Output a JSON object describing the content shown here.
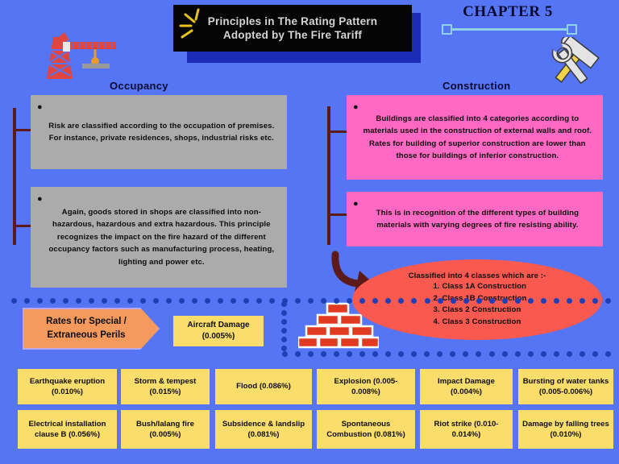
{
  "title": {
    "line1": "Principles in The Rating Pattern",
    "line2": "Adopted by The Fire Tariff",
    "chapter": "CHAPTER 5"
  },
  "colors": {
    "background": "#5575f5",
    "title_box": "#050505",
    "title_shadow": "#1a2bb5",
    "grey_box": "#ababab",
    "pink_box": "#ff69c4",
    "yellow_box": "#fbdd6b",
    "orange_banner": "#f59a5c",
    "red_ellipse": "#f9594f",
    "bracket": "#5c1a1a",
    "dot": "#1f3fb5",
    "chapter_rule": "#8fd2e8"
  },
  "icons": {
    "crane": "crane-icon",
    "tools": "hammer-wrench-icon",
    "bricks": "brick-wall-icon",
    "arrow": "curved-arrow-icon",
    "spark": "spark-burst-icon"
  },
  "sections": {
    "occupancy": {
      "heading": "Occupancy",
      "points": [
        "Risk are classified according to the occupation of premises. For instance, private residences, shops, industrial risks etc.",
        "Again, goods stored in shops are classified into non-hazardous, hazardous and extra hazardous. This principle recognizes the impact on the fire hazard of the different occupancy factors such as manufacturing process, heating, lighting and power etc."
      ]
    },
    "construction": {
      "heading": "Construction",
      "points": [
        "Buildings are classified into 4 categories according to materials used in the construction of external walls and roof. Rates for building of superior construction are lower than those for buildings of inferior construction.",
        "This is in recognition of the different types of building materials with varying degrees of fire resisting ability."
      ]
    }
  },
  "classes": {
    "title": "Classified into 4 classes which are :-",
    "items": [
      "Class 1A Construction",
      "Class 1B Construction",
      "Class 2 Construction",
      "Class 3 Construction"
    ]
  },
  "rates": {
    "banner": "Rates for Special / Extraneous Perils",
    "aircraft": "Aircraft Damage (0.005%)",
    "perils": [
      "Earthquake eruption (0.010%)",
      "Storm & tempest (0.015%)",
      "Flood (0.086%)",
      "Explosion (0.005-0.008%)",
      "Impact Damage (0.004%)",
      "Bursting of water tanks (0.005-0.006%)",
      "Electrical installation clause B (0.056%)",
      "Bush/lalang fire (0.005%)",
      "Subsidence & landslip (0.081%)",
      "Spontaneous Combustion (0.081%)",
      "Riot strike (0.010-0.014%)",
      "Damage by falling trees (0.010%)"
    ]
  }
}
